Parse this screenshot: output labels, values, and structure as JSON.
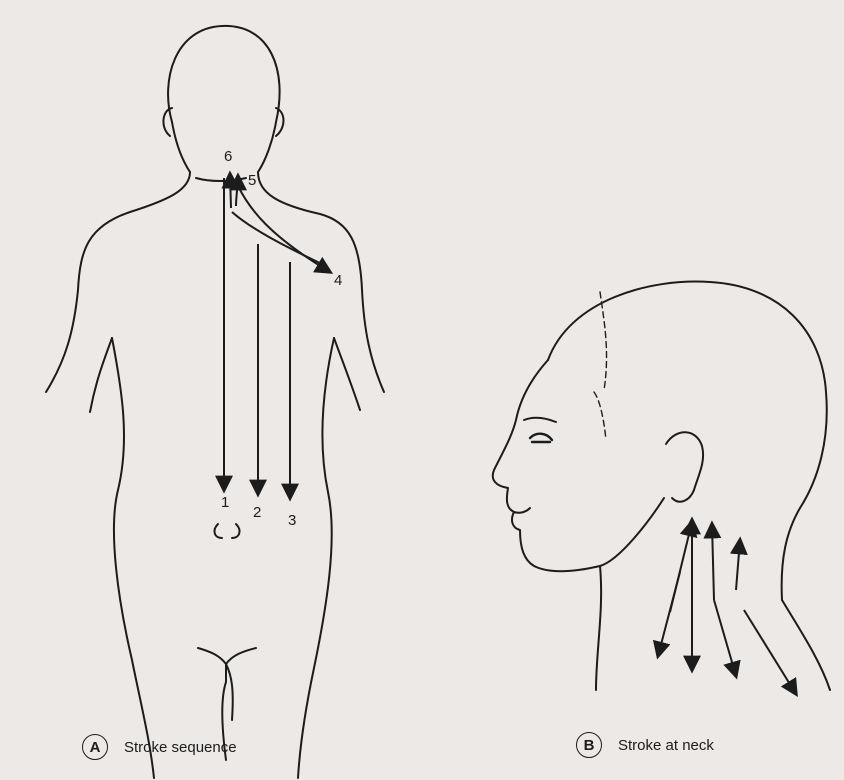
{
  "figure_a": {
    "label": "A",
    "caption": "Stroke sequence",
    "numbers": [
      "1",
      "2",
      "3",
      "4",
      "5",
      "6"
    ]
  },
  "figure_b": {
    "label": "B",
    "caption": "Stroke at neck"
  },
  "colors": {
    "line": "#1c1c1c",
    "paper": "#ece9e6"
  }
}
